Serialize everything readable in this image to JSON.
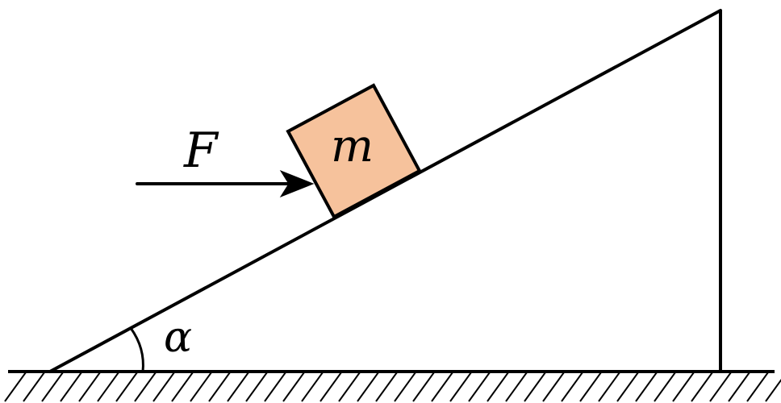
{
  "labels": {
    "force": "F",
    "mass": "m",
    "angle": "α"
  },
  "colors": {
    "stroke": "#000000",
    "block_fill": "#f6c29c",
    "background": "#ffffff"
  }
}
